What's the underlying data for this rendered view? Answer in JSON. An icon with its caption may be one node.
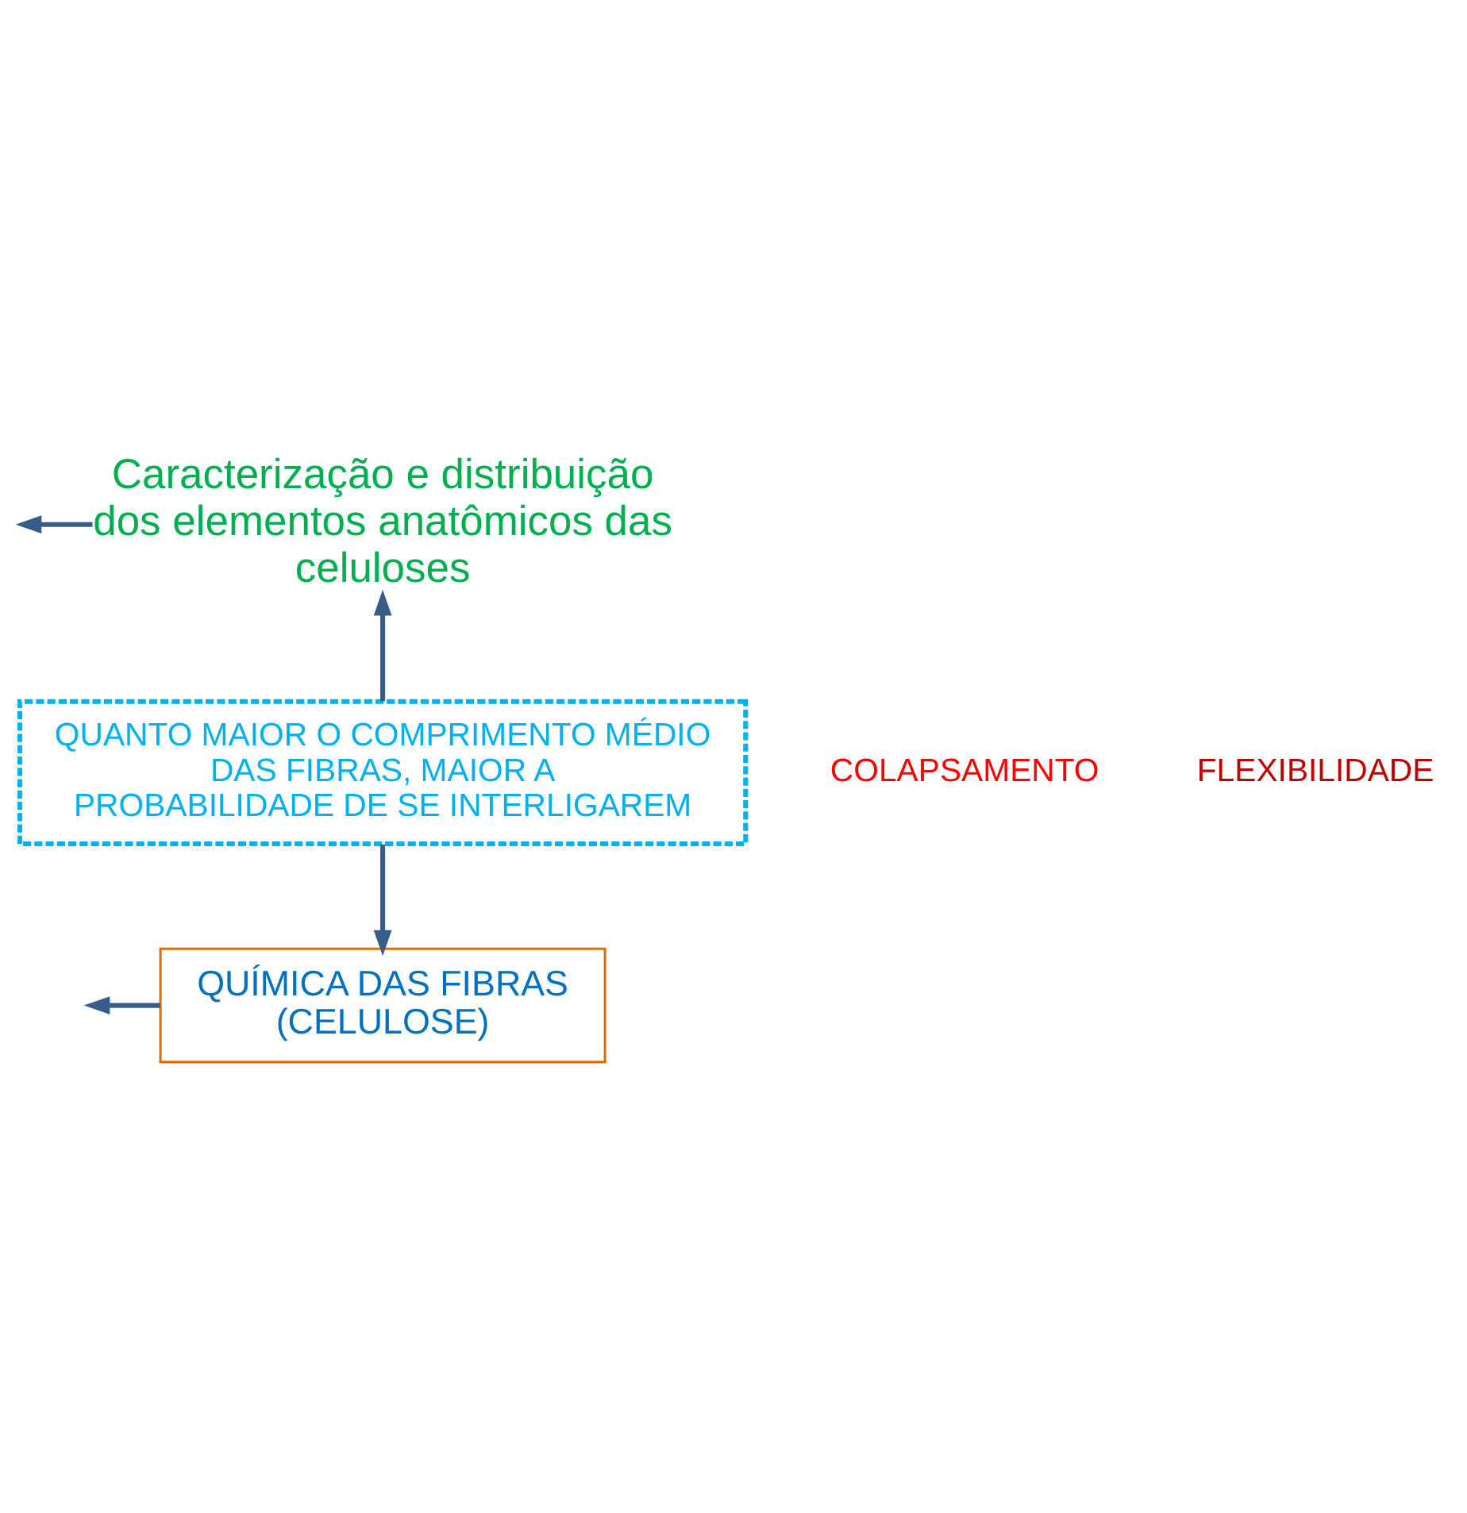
{
  "diagram": {
    "nodes": [
      {
        "text": [
          "Caracterização e distribuição dos elementos anatômicos das celuloses"
        ]
      },
      {
        "text": [
          "QUANTO MAIOR O COMPRIMENTO MÉDIO DAS FIBRAS, MAIOR A PROBABILIDADE DE SE INTERLIGAREM"
        ]
      },
      {
        "text": [
          "QUÍMICA DAS FIBRAS (CELULOSE)"
        ]
      }
    ],
    "edges": [
      {
        "from": 1,
        "to": 0,
        "arrow": "to"
      },
      {
        "from": 1,
        "to": 2,
        "arrow": "to"
      },
      {
        "from": 0,
        "to": null,
        "arrow": "to"
      },
      {
        "from": 2,
        "to": null,
        "arrow": "to"
      }
    ],
    "labels": [
      "COLAPSAMENTO",
      "FLEXIBILIDADE"
    ]
  }
}
